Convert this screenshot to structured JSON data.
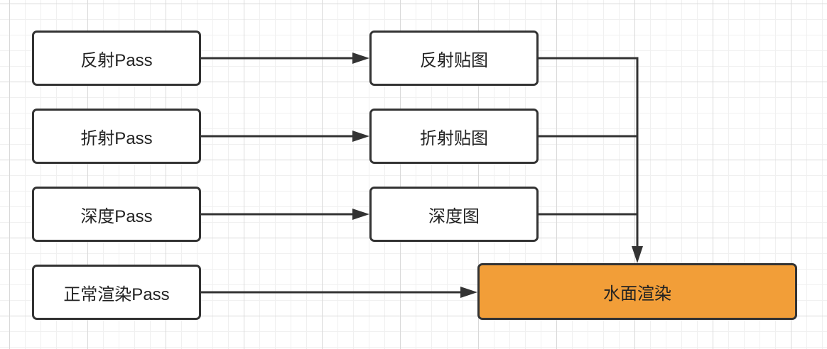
{
  "colors": {
    "line": "#333333",
    "node_fill": "#ffffff",
    "output_fill": "#f29e38"
  },
  "nodes": {
    "reflection_pass": "反射Pass",
    "refraction_pass": "折射Pass",
    "depth_pass": "深度Pass",
    "normal_render_pass": "正常渲染Pass",
    "reflection_map": "反射贴图",
    "refraction_map": "折射贴图",
    "depth_map": "深度图",
    "water_render": "水面渲染"
  }
}
